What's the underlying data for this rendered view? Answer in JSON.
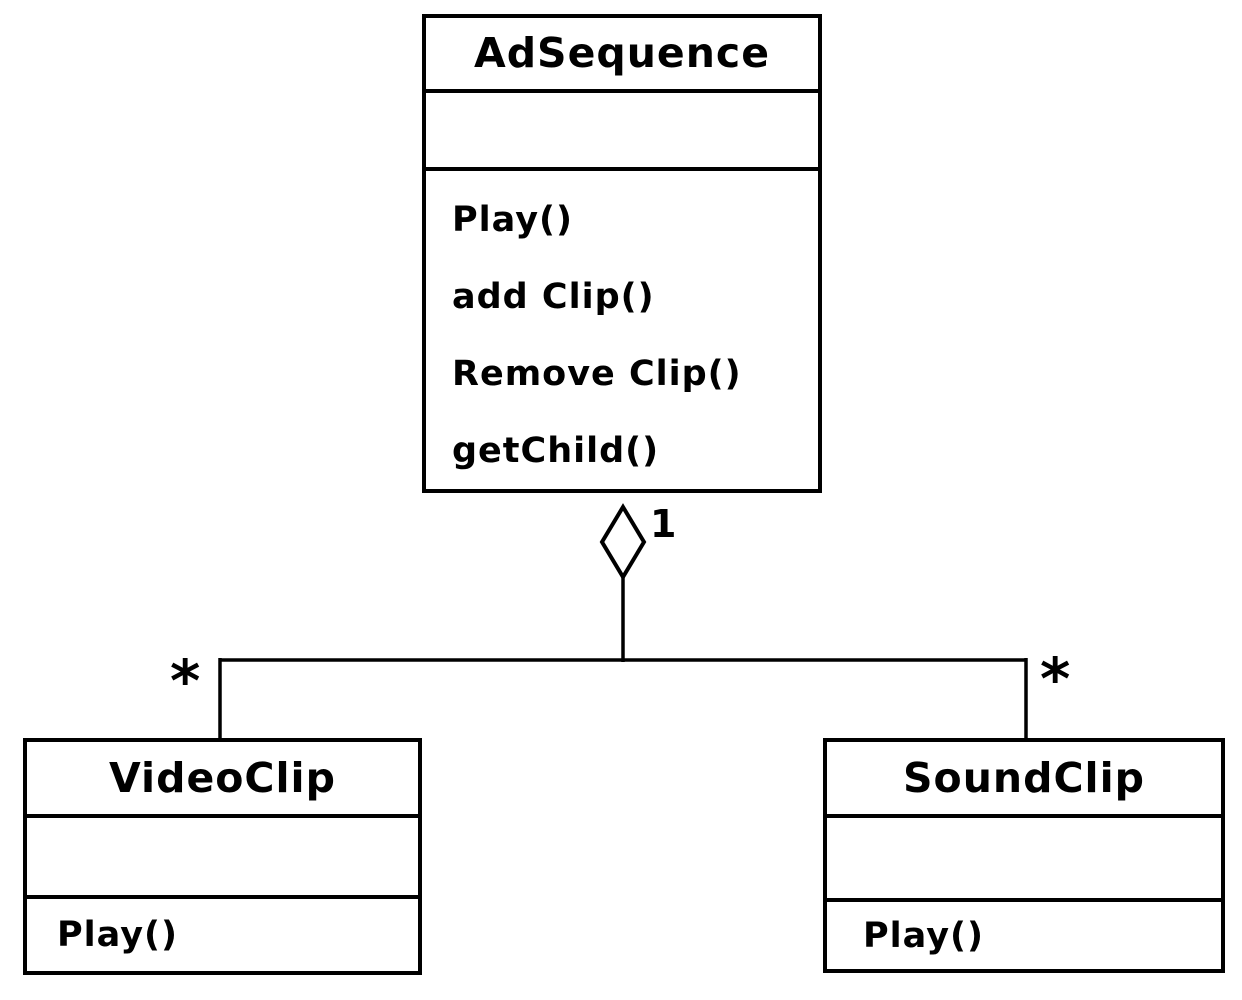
{
  "diagram": {
    "type": "uml-class-diagram",
    "background": "#ffffff",
    "stroke_color": "#000000",
    "classes": [
      {
        "name": "AdSequence",
        "attributes": [],
        "methods": [
          "Play()",
          "add Clip()",
          "Remove Clip()",
          "getChild()"
        ]
      },
      {
        "name": "VideoClip",
        "attributes": [],
        "methods": [
          "Play()"
        ]
      },
      {
        "name": "SoundClip",
        "attributes": [],
        "methods": [
          "Play()"
        ]
      }
    ],
    "relationship": {
      "type": "aggregation",
      "parent": "AdSequence",
      "children": [
        "VideoClip",
        "SoundClip"
      ],
      "parent_multiplicity": "1",
      "video_multiplicity": "*",
      "sound_multiplicity": "*"
    }
  }
}
